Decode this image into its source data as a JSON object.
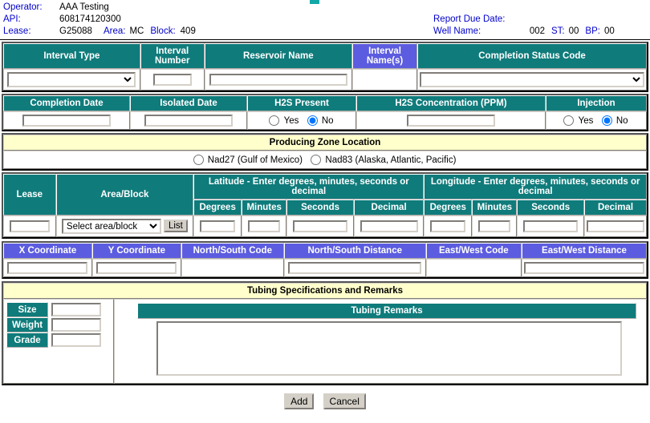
{
  "header": {
    "operator_label": "Operator:",
    "operator_value": "AAA Testing",
    "api_label": "API:",
    "api_value": "608174120300",
    "lease_label": "Lease:",
    "lease_value": "G25088",
    "area_label": "Area:",
    "area_value": "MC",
    "block_label": "Block:",
    "block_value": "409",
    "report_due_label": "Report Due Date:",
    "report_due_value": "",
    "well_name_label": "Well Name:",
    "well_name_value": "002",
    "st_label": "ST:",
    "st_value": "00",
    "bp_label": "BP:",
    "bp_value": "00"
  },
  "interval_row": {
    "headers": {
      "interval_type": "Interval Type",
      "interval_number": "Interval Number",
      "reservoir_name": "Reservoir Name",
      "interval_names": "Interval Name(s)",
      "completion_status_code": "Completion Status Code"
    },
    "values": {
      "interval_type": "",
      "interval_number": "",
      "reservoir_name": "",
      "interval_names": "",
      "completion_status_code": ""
    }
  },
  "completion_row": {
    "headers": {
      "completion_date": "Completion Date",
      "isolated_date": "Isolated Date",
      "h2s_present": "H2S Present",
      "h2s_concentration": "H2S Concentration (PPM)",
      "injection": "Injection"
    },
    "values": {
      "completion_date": "",
      "isolated_date": "",
      "h2s_concentration": ""
    },
    "radio": {
      "yes_label": "Yes",
      "no_label": "No",
      "h2s_selected": "No",
      "injection_selected": "No"
    }
  },
  "producing_zone": {
    "title": "Producing Zone Location",
    "datum_options": [
      {
        "label": "Nad27 (Gulf of Mexico)",
        "selected": false
      },
      {
        "label": "Nad83 (Alaska, Atlantic, Pacific)",
        "selected": false
      }
    ]
  },
  "location": {
    "headers": {
      "lease": "Lease",
      "area_block": "Area/Block",
      "latitude": "Latitude - Enter degrees, minutes, seconds or decimal",
      "longitude": "Longitude - Enter degrees, minutes, seconds or decimal",
      "degrees": "Degrees",
      "minutes": "Minutes",
      "seconds": "Seconds",
      "decimal": "Decimal"
    },
    "lease_value": "",
    "area_block_selected": "Select area/block",
    "list_button": "List",
    "latitude": {
      "degrees": "",
      "minutes": "",
      "seconds": "",
      "decimal": ""
    },
    "longitude": {
      "degrees": "",
      "minutes": "",
      "seconds": "",
      "decimal": ""
    }
  },
  "coordinates": {
    "headers": {
      "x_coordinate": "X Coordinate",
      "y_coordinate": "Y Coordinate",
      "ns_code": "North/South Code",
      "ns_distance": "North/South Distance",
      "ew_code": "East/West Code",
      "ew_distance": "East/West Distance"
    },
    "values": {
      "x_coordinate": "",
      "y_coordinate": "",
      "ns_code": "",
      "ns_distance": "",
      "ew_code": "",
      "ew_distance": ""
    }
  },
  "tubing": {
    "section_title": "Tubing Specifications and Remarks",
    "size_label": "Size",
    "weight_label": "Weight",
    "grade_label": "Grade",
    "size_value": "",
    "weight_value": "",
    "grade_value": "",
    "remarks_header": "Tubing Remarks",
    "remarks_value": ""
  },
  "footer": {
    "add_label": "Add",
    "cancel_label": "Cancel"
  },
  "colors": {
    "teal": "#107B7B",
    "blue_header": "#5C5CE0",
    "yellow_band": "#FFFFCC",
    "label_blue": "#0000CC"
  }
}
